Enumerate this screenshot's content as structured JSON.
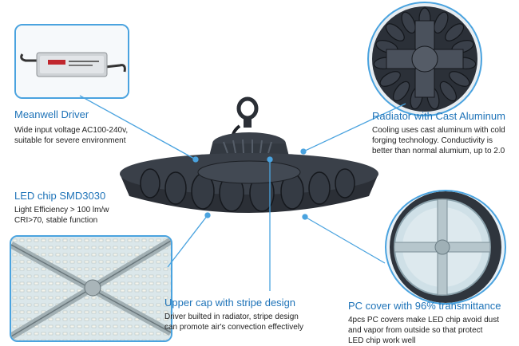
{
  "colors": {
    "accent": "#1e73b8",
    "line": "#4aa3df",
    "body": "#2b2f36"
  },
  "callouts": {
    "driver": {
      "title": "Meanwell Driver",
      "desc": [
        "Wide input voltage AC100-240v,",
        "suitable for severe environment"
      ]
    },
    "radiator": {
      "title": "Radiator with Cast Aluminum",
      "desc": [
        "Cooling uses cast aluminum with cold",
        "forging technology. Conductivity is",
        "better than normal alumium, up to 2.0"
      ]
    },
    "led": {
      "title": "LED chip SMD3030",
      "desc": [
        "Light Efficiency > 100 lm/w",
        "CRI>70, stable function"
      ]
    },
    "cap": {
      "title": "Upper cap with stripe design",
      "desc": [
        "Driver builted in radiator, stripe design",
        "can promote air's convection effectively"
      ]
    },
    "pc": {
      "title": "PC cover with 96% transmittance",
      "desc": [
        "4pcs PC covers make LED chip avoid dust",
        "and vapor from outside so that protect",
        "LED chip work well"
      ]
    }
  },
  "icons": {
    "product": "ufo-high-bay-light",
    "driver": "led-driver-box",
    "radiator": "radiator-fins",
    "led": "led-chip-panel",
    "pc": "pc-cover-lens"
  }
}
